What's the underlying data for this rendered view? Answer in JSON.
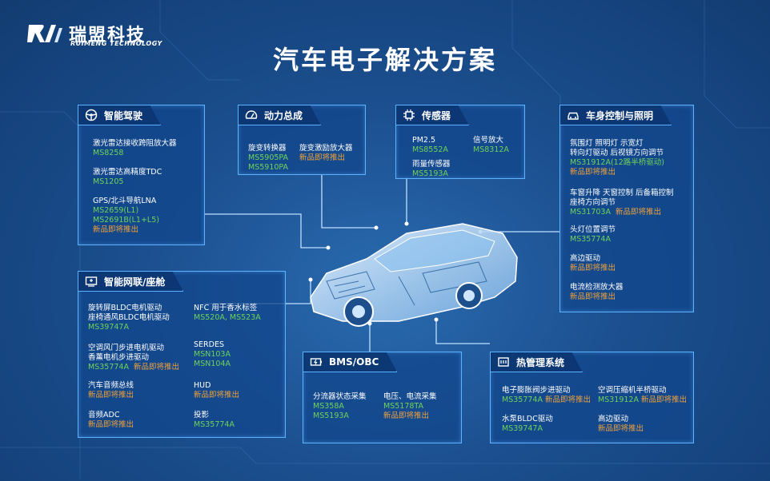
{
  "brand": {
    "name_cn": "瑞盟科技",
    "name_en": "RUIMENG TECHNOLOGY"
  },
  "title": "汽车电子解决方案",
  "colors": {
    "part_number": "#6fd35a",
    "coming_soon": "#f0a23a",
    "border": "#5bb2ff"
  },
  "panels": {
    "driving": {
      "title": "智能驾驶",
      "icon": "steering-wheel-icon",
      "items": [
        {
          "name": "激光雷达接收跨阻放大器",
          "parts": [
            "MS8258"
          ]
        },
        {
          "name": "激光雷达高精度TDC",
          "parts": [
            "MS1205"
          ]
        },
        {
          "name": "GPS/北斗导航LNA",
          "parts": [
            "MS2659(L1)",
            "MS2691B(L1+L5)"
          ],
          "note": "新品即将推出"
        }
      ]
    },
    "power": {
      "title": "动力总成",
      "icon": "speedometer-icon",
      "items": [
        {
          "name": "旋变转换器",
          "parts": [
            "MS5905PA",
            "MS5910PA"
          ]
        },
        {
          "name": "旋变激励放大器",
          "note": "新品即将推出"
        }
      ]
    },
    "sensor": {
      "title": "传感器",
      "icon": "chip-icon",
      "items": [
        {
          "name": "PM2.5",
          "parts": [
            "MS8552A"
          ]
        },
        {
          "name": "信号放大",
          "parts": [
            "MS8312A"
          ]
        },
        {
          "name": "雨量传感器",
          "parts": [
            "MS5193A"
          ]
        }
      ]
    },
    "body": {
      "title": "车身控制与照明",
      "icon": "car-icon",
      "items": [
        {
          "lines": [
            "氛围灯 照明灯 示宽灯",
            "转向灯驱动 后视镜方向调节"
          ],
          "parts": [
            "MS31912A(12路半桥驱动)"
          ],
          "note": "新品即将推出"
        },
        {
          "lines": [
            "车窗升降 天窗控制 后备箱控制",
            "座椅方向调节"
          ],
          "parts": [
            "MS31703A"
          ],
          "note": "新品即将推出"
        },
        {
          "lines": [
            "头灯位置调节"
          ],
          "parts": [
            "MS35774A"
          ]
        },
        {
          "lines": [
            "高边驱动"
          ],
          "note": "新品即将推出"
        },
        {
          "lines": [
            "电流检测放大器"
          ],
          "note": "新品即将推出"
        }
      ]
    },
    "network": {
      "title": "智能网联/座舱",
      "icon": "cockpit-icon",
      "left": [
        {
          "lines": [
            "旋转屏BLDC电机驱动",
            "座椅通风BLDC电机驱动"
          ],
          "parts": [
            "MS39747A"
          ]
        },
        {
          "lines": [
            "空调风门步进电机驱动",
            "香薰电机步进驱动"
          ],
          "parts": [
            "MS35774A"
          ],
          "note": "新品即将推出"
        },
        {
          "lines": [
            "汽车音频总线"
          ],
          "note": "新品即将推出"
        },
        {
          "lines": [
            "音频ADC"
          ],
          "note": "新品即将推出"
        }
      ],
      "right": [
        {
          "name": "NFC 用于香水标签",
          "parts": [
            "MS520A, MS523A"
          ]
        },
        {
          "name": "SERDES",
          "parts": [
            "MSN103A",
            "MSN104A"
          ]
        },
        {
          "name": "HUD",
          "note": "新品即将推出"
        },
        {
          "name": "投影",
          "parts": [
            "MS35774A"
          ]
        }
      ]
    },
    "bms": {
      "title": "BMS/OBC",
      "icon": "battery-icon",
      "items": [
        {
          "name": "分流器状态采集",
          "parts": [
            "MS358A",
            "MS5193A"
          ]
        },
        {
          "name": "电压、电流采集",
          "parts": [
            "MS5178TA"
          ],
          "note": "新品即将推出"
        }
      ]
    },
    "thermal": {
      "title": "热管理系统",
      "icon": "thermal-icon",
      "items": [
        {
          "name": "电子膨胀阀步进驱动",
          "parts": [
            "MS35774A"
          ],
          "note": "新品即将推出"
        },
        {
          "name": "空调压缩机半桥驱动",
          "parts": [
            "MS31912A"
          ],
          "note": "新品即将推出"
        },
        {
          "name": "水泵BLDC驱动",
          "parts": [
            "MS39747A"
          ]
        },
        {
          "name": "高边驱动",
          "note": "新品即将推出"
        }
      ]
    }
  }
}
